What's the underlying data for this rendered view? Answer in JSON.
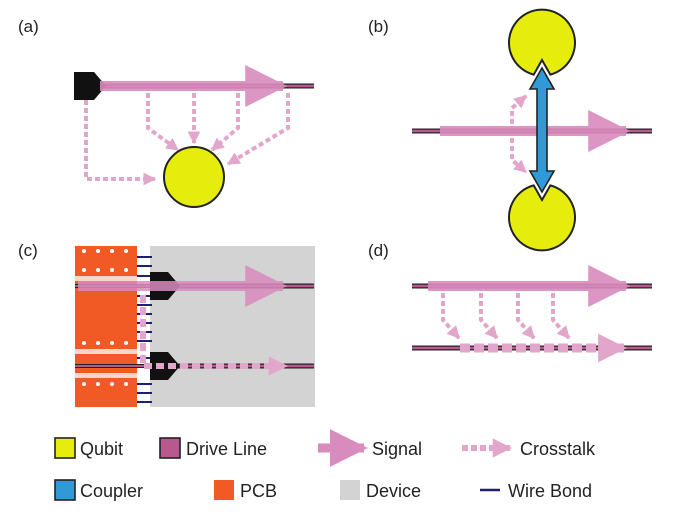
{
  "panels": {
    "a": {
      "label": "(a)"
    },
    "b": {
      "label": "(b)"
    },
    "c": {
      "label": "(c)"
    },
    "d": {
      "label": "(d)"
    }
  },
  "legend": {
    "qubit": "Qubit",
    "drive_line": "Drive Line",
    "signal": "Signal",
    "crosstalk": "Crosstalk",
    "coupler": "Coupler",
    "pcb": "PCB",
    "device": "Device",
    "wire_bond": "Wire Bond"
  },
  "colors": {
    "qubit": "#e6ec0c",
    "drive_line": "#b9578f",
    "signal": "#d98bbd",
    "crosstalk": "#e2a6cb",
    "coupler": "#2f9ad7",
    "pcb": "#f15a24",
    "device": "#d3d3d3",
    "wire_bond": "#1f1f7a",
    "outline": "#222222"
  }
}
